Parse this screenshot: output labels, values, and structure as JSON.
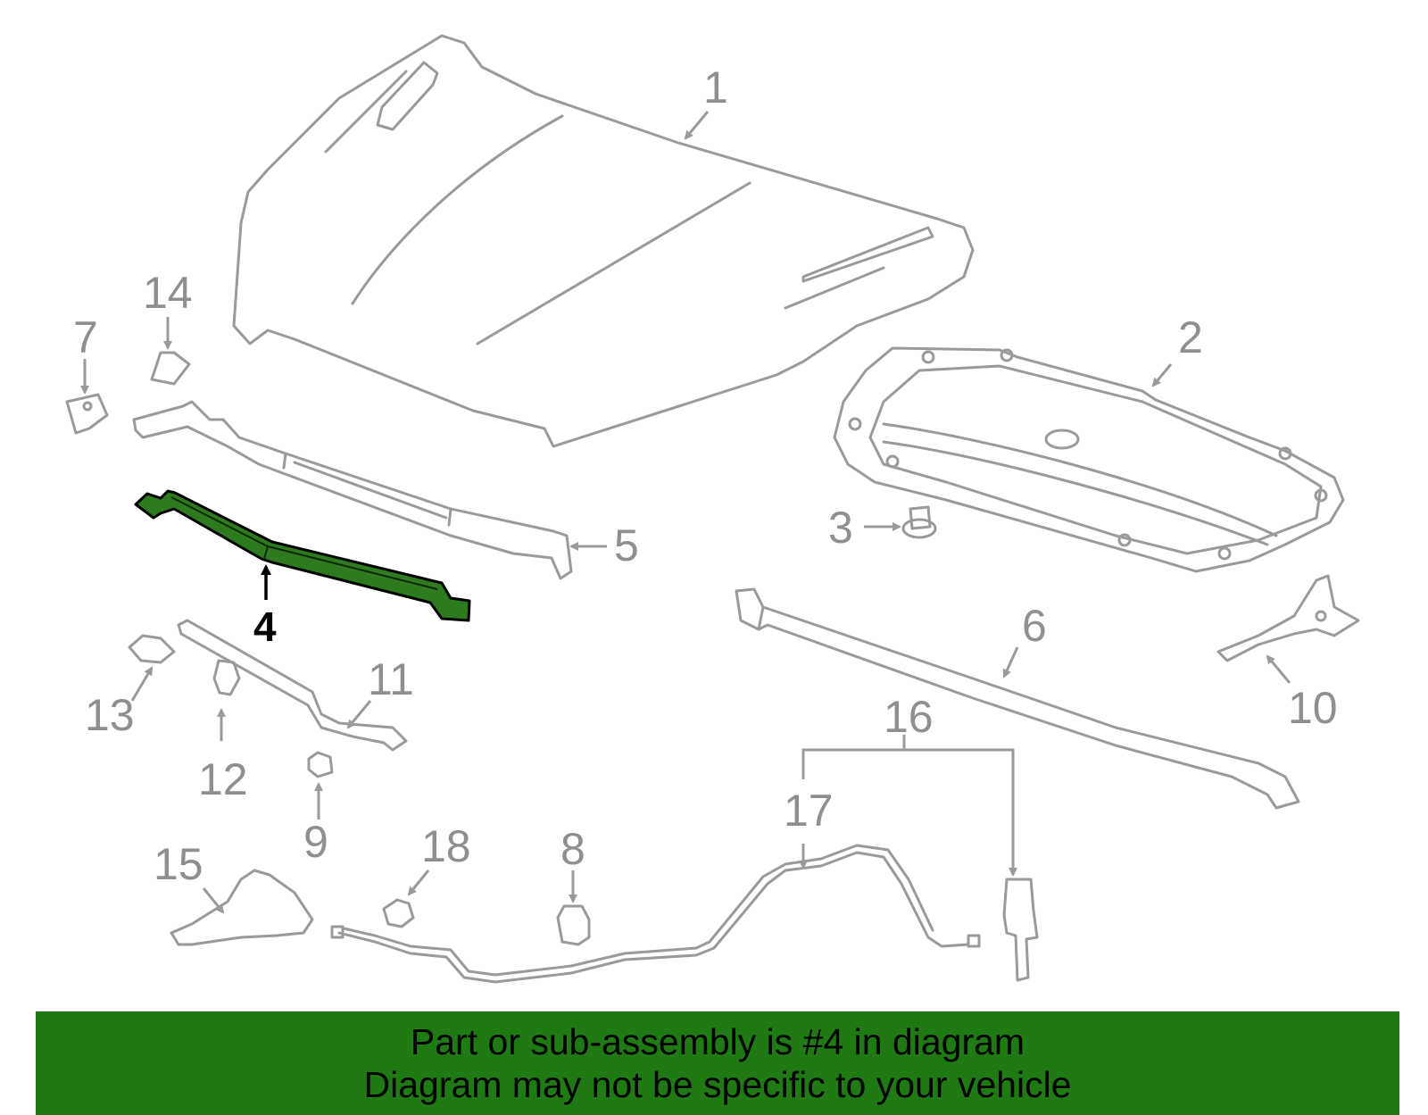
{
  "diagram": {
    "highlight_color": "#2e7a1e",
    "banner_color": "#1f7a14",
    "part_line_color": "#9a9a9a",
    "highlighted_part": "4",
    "callouts": {
      "c1": "1",
      "c2": "2",
      "c3": "3",
      "c4": "4",
      "c5": "5",
      "c6": "6",
      "c7": "7",
      "c8": "8",
      "c9": "9",
      "c10": "10",
      "c11": "11",
      "c12": "12",
      "c13": "13",
      "c14": "14",
      "c15": "15",
      "c16": "16",
      "c17": "17",
      "c18": "18"
    }
  },
  "banner": {
    "line1": "Part or sub-assembly is #4 in diagram",
    "line2": "Diagram may not be specific to your vehicle"
  }
}
